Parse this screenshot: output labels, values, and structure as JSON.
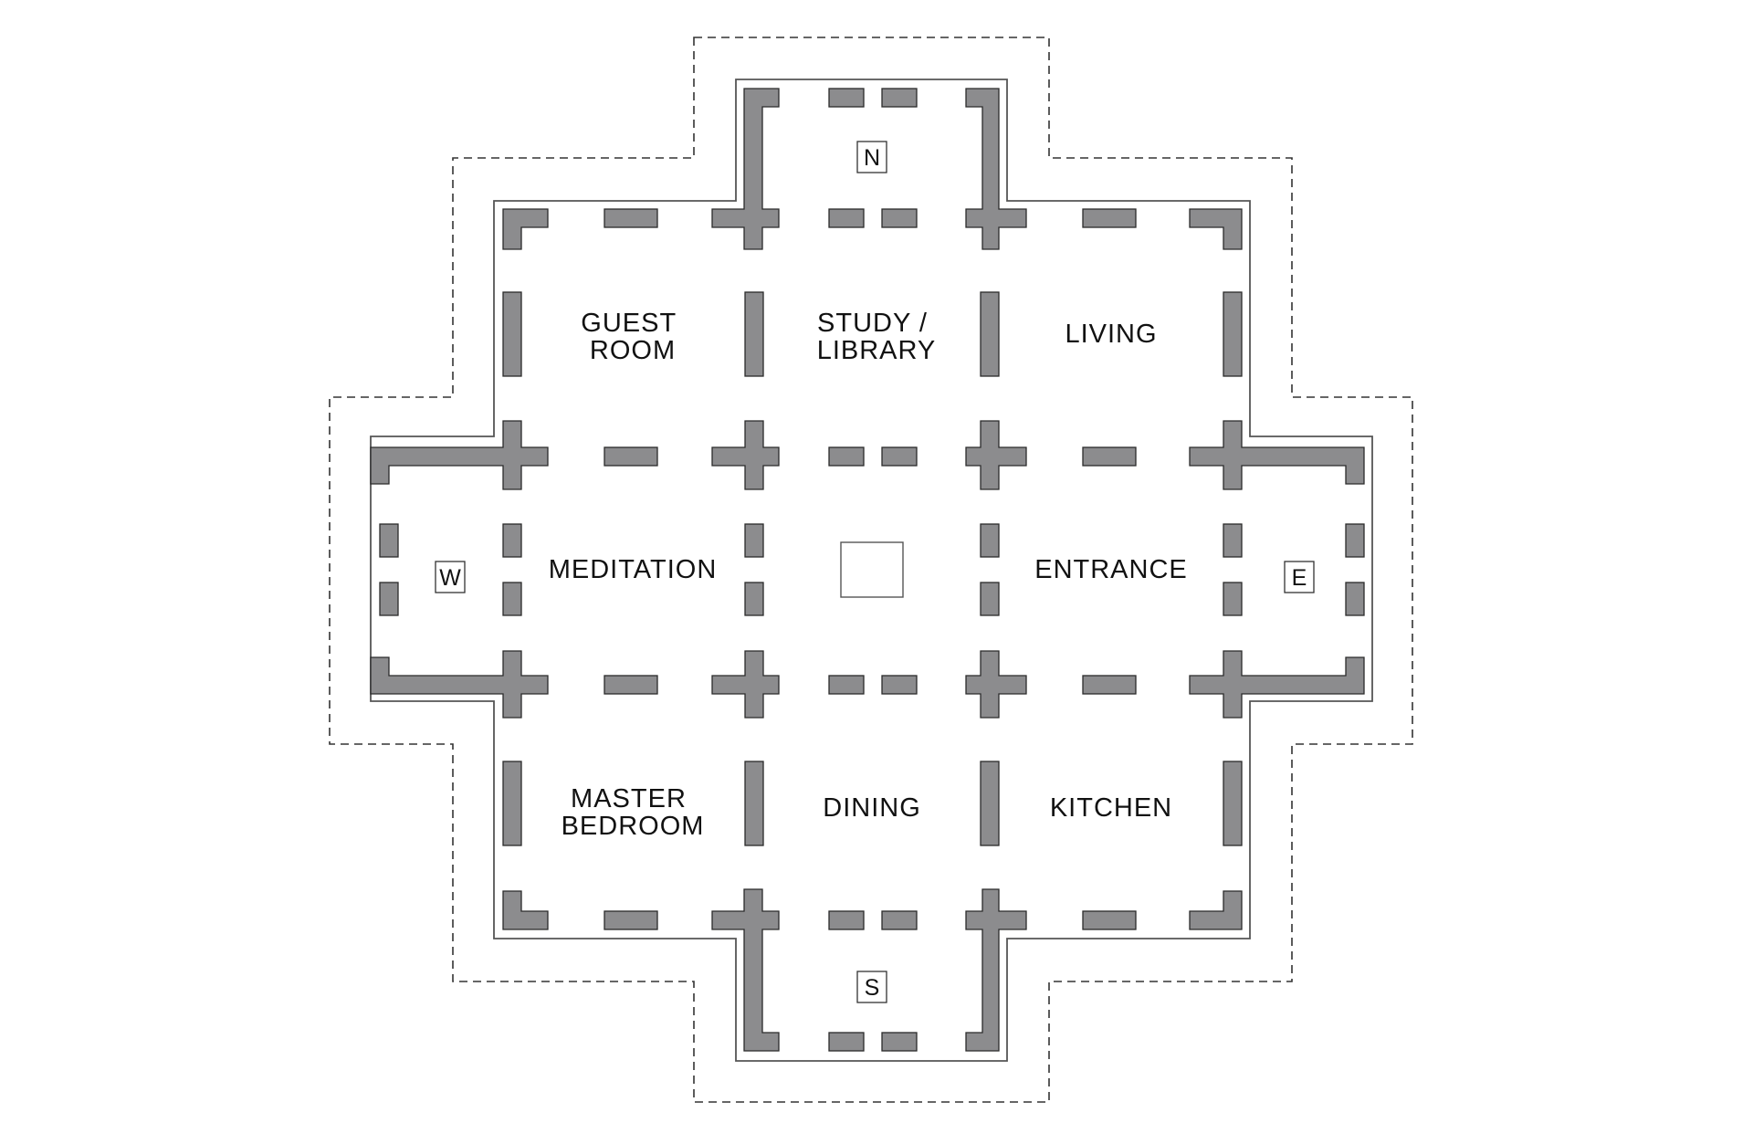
{
  "rooms": {
    "guest_room": [
      "GUEST",
      "ROOM"
    ],
    "study_library": [
      "STUDY /",
      "LIBRARY"
    ],
    "living": [
      "LIVING"
    ],
    "meditation": [
      "MEDITATION"
    ],
    "entrance": [
      "ENTRANCE"
    ],
    "master_bedroom": [
      "MASTER",
      "BEDROOM"
    ],
    "dining": [
      "DINING"
    ],
    "kitchen": [
      "KITCHEN"
    ]
  },
  "directions": {
    "north": "N",
    "south": "S",
    "west": "W",
    "east": "E"
  },
  "colors": {
    "wall_fill": "#8c8c8e",
    "wall_stroke": "#2b2b2b",
    "outline": "#444444",
    "background": "#ffffff"
  }
}
